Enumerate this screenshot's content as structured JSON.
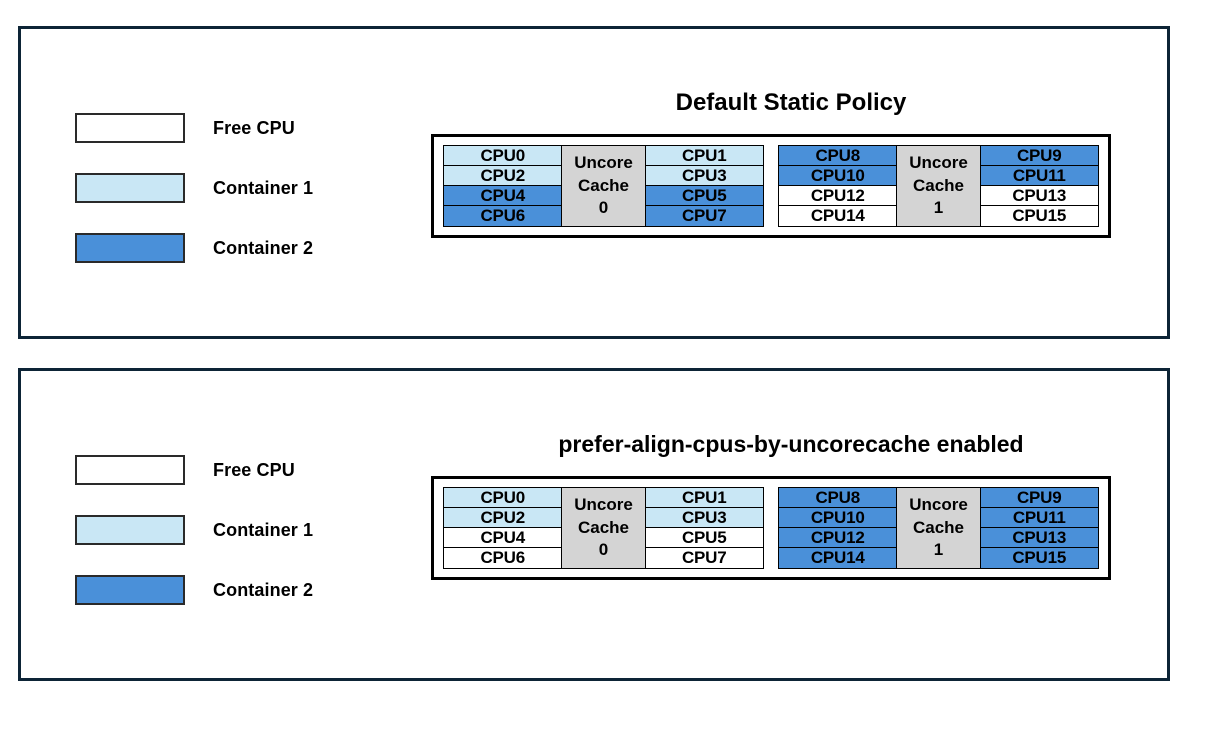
{
  "colors": {
    "free_cpu": "#ffffff",
    "container_1": "#c9e7f5",
    "container_2": "#4a90d9",
    "cache_block": "#d4d4d4",
    "panel_border": "#0d2436",
    "diagram_border": "#000000",
    "text": "#000000"
  },
  "legend_items": [
    {
      "label": "Free CPU",
      "fill": "#ffffff"
    },
    {
      "label": "Container 1",
      "fill": "#c9e7f5"
    },
    {
      "label": "Container 2",
      "fill": "#4a90d9"
    }
  ],
  "panels": [
    {
      "id": "default-static-policy",
      "title": "Default Static Policy",
      "legend": [
        {
          "label": "Free CPU",
          "fill": "#ffffff"
        },
        {
          "label": "Container 1",
          "fill": "#c9e7f5"
        },
        {
          "label": "Container 2",
          "fill": "#4a90d9"
        }
      ],
      "cache_groups": [
        {
          "cache_label_line1": "Uncore",
          "cache_label_line2": "Cache",
          "cache_index": "0",
          "left_column": [
            {
              "label": "CPU0",
              "fill": "#c9e7f5",
              "owner": "Container 1"
            },
            {
              "label": "CPU2",
              "fill": "#c9e7f5",
              "owner": "Container 1"
            },
            {
              "label": "CPU4",
              "fill": "#4a90d9",
              "owner": "Container 2"
            },
            {
              "label": "CPU6",
              "fill": "#4a90d9",
              "owner": "Container 2"
            }
          ],
          "right_column": [
            {
              "label": "CPU1",
              "fill": "#c9e7f5",
              "owner": "Container 1"
            },
            {
              "label": "CPU3",
              "fill": "#c9e7f5",
              "owner": "Container 1"
            },
            {
              "label": "CPU5",
              "fill": "#4a90d9",
              "owner": "Container 2"
            },
            {
              "label": "CPU7",
              "fill": "#4a90d9",
              "owner": "Container 2"
            }
          ]
        },
        {
          "cache_label_line1": "Uncore",
          "cache_label_line2": "Cache",
          "cache_index": "1",
          "left_column": [
            {
              "label": "CPU8",
              "fill": "#4a90d9",
              "owner": "Container 2"
            },
            {
              "label": "CPU10",
              "fill": "#4a90d9",
              "owner": "Container 2"
            },
            {
              "label": "CPU12",
              "fill": "#ffffff",
              "owner": "Free CPU"
            },
            {
              "label": "CPU14",
              "fill": "#ffffff",
              "owner": "Free CPU"
            }
          ],
          "right_column": [
            {
              "label": "CPU9",
              "fill": "#4a90d9",
              "owner": "Container 2"
            },
            {
              "label": "CPU11",
              "fill": "#4a90d9",
              "owner": "Container 2"
            },
            {
              "label": "CPU13",
              "fill": "#ffffff",
              "owner": "Free CPU"
            },
            {
              "label": "CPU15",
              "fill": "#ffffff",
              "owner": "Free CPU"
            }
          ]
        }
      ]
    },
    {
      "id": "prefer-align-cpus-by-uncorecache-enabled",
      "title": "prefer-align-cpus-by-uncorecache enabled",
      "legend": [
        {
          "label": "Free CPU",
          "fill": "#ffffff"
        },
        {
          "label": "Container 1",
          "fill": "#c9e7f5"
        },
        {
          "label": "Container 2",
          "fill": "#4a90d9"
        }
      ],
      "cache_groups": [
        {
          "cache_label_line1": "Uncore",
          "cache_label_line2": "Cache",
          "cache_index": "0",
          "left_column": [
            {
              "label": "CPU0",
              "fill": "#c9e7f5",
              "owner": "Container 1"
            },
            {
              "label": "CPU2",
              "fill": "#c9e7f5",
              "owner": "Container 1"
            },
            {
              "label": "CPU4",
              "fill": "#ffffff",
              "owner": "Free CPU"
            },
            {
              "label": "CPU6",
              "fill": "#ffffff",
              "owner": "Free CPU"
            }
          ],
          "right_column": [
            {
              "label": "CPU1",
              "fill": "#c9e7f5",
              "owner": "Container 1"
            },
            {
              "label": "CPU3",
              "fill": "#c9e7f5",
              "owner": "Container 1"
            },
            {
              "label": "CPU5",
              "fill": "#ffffff",
              "owner": "Free CPU"
            },
            {
              "label": "CPU7",
              "fill": "#ffffff",
              "owner": "Free CPU"
            }
          ]
        },
        {
          "cache_label_line1": "Uncore",
          "cache_label_line2": "Cache",
          "cache_index": "1",
          "left_column": [
            {
              "label": "CPU8",
              "fill": "#4a90d9",
              "owner": "Container 2"
            },
            {
              "label": "CPU10",
              "fill": "#4a90d9",
              "owner": "Container 2"
            },
            {
              "label": "CPU12",
              "fill": "#4a90d9",
              "owner": "Container 2"
            },
            {
              "label": "CPU14",
              "fill": "#4a90d9",
              "owner": "Container 2"
            }
          ],
          "right_column": [
            {
              "label": "CPU9",
              "fill": "#4a90d9",
              "owner": "Container 2"
            },
            {
              "label": "CPU11",
              "fill": "#4a90d9",
              "owner": "Container 2"
            },
            {
              "label": "CPU13",
              "fill": "#4a90d9",
              "owner": "Container 2"
            },
            {
              "label": "CPU15",
              "fill": "#4a90d9",
              "owner": "Container 2"
            }
          ]
        }
      ]
    }
  ]
}
